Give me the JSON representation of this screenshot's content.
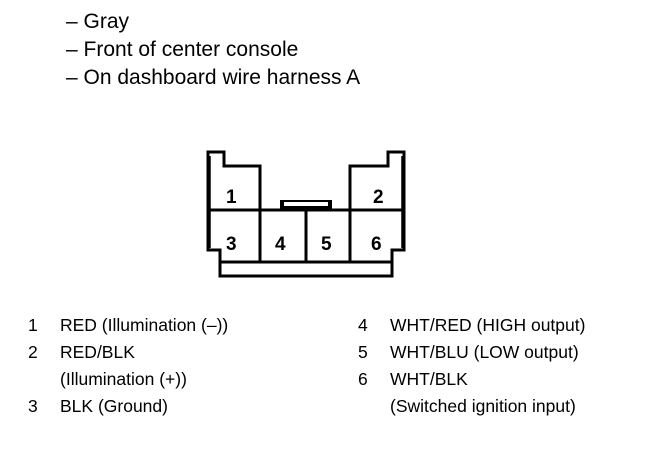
{
  "notes": [
    "– Gray",
    "– Front of center console",
    "– On dashboard wire harness A"
  ],
  "connector": {
    "pins": [
      "1",
      "2",
      "3",
      "4",
      "5",
      "6"
    ]
  },
  "legend": {
    "left": [
      {
        "num": "1",
        "line1": "RED (Illumination (–))",
        "line2": ""
      },
      {
        "num": "2",
        "line1": "RED/BLK",
        "line2": "(Illumination (+))"
      },
      {
        "num": "3",
        "line1": "BLK (Ground)",
        "line2": ""
      }
    ],
    "right": [
      {
        "num": "4",
        "line1": "WHT/RED (HIGH output)",
        "line2": ""
      },
      {
        "num": "5",
        "line1": "WHT/BLU (LOW output)",
        "line2": ""
      },
      {
        "num": "6",
        "line1": "WHT/BLK",
        "line2": "(Switched ignition input)"
      }
    ]
  }
}
